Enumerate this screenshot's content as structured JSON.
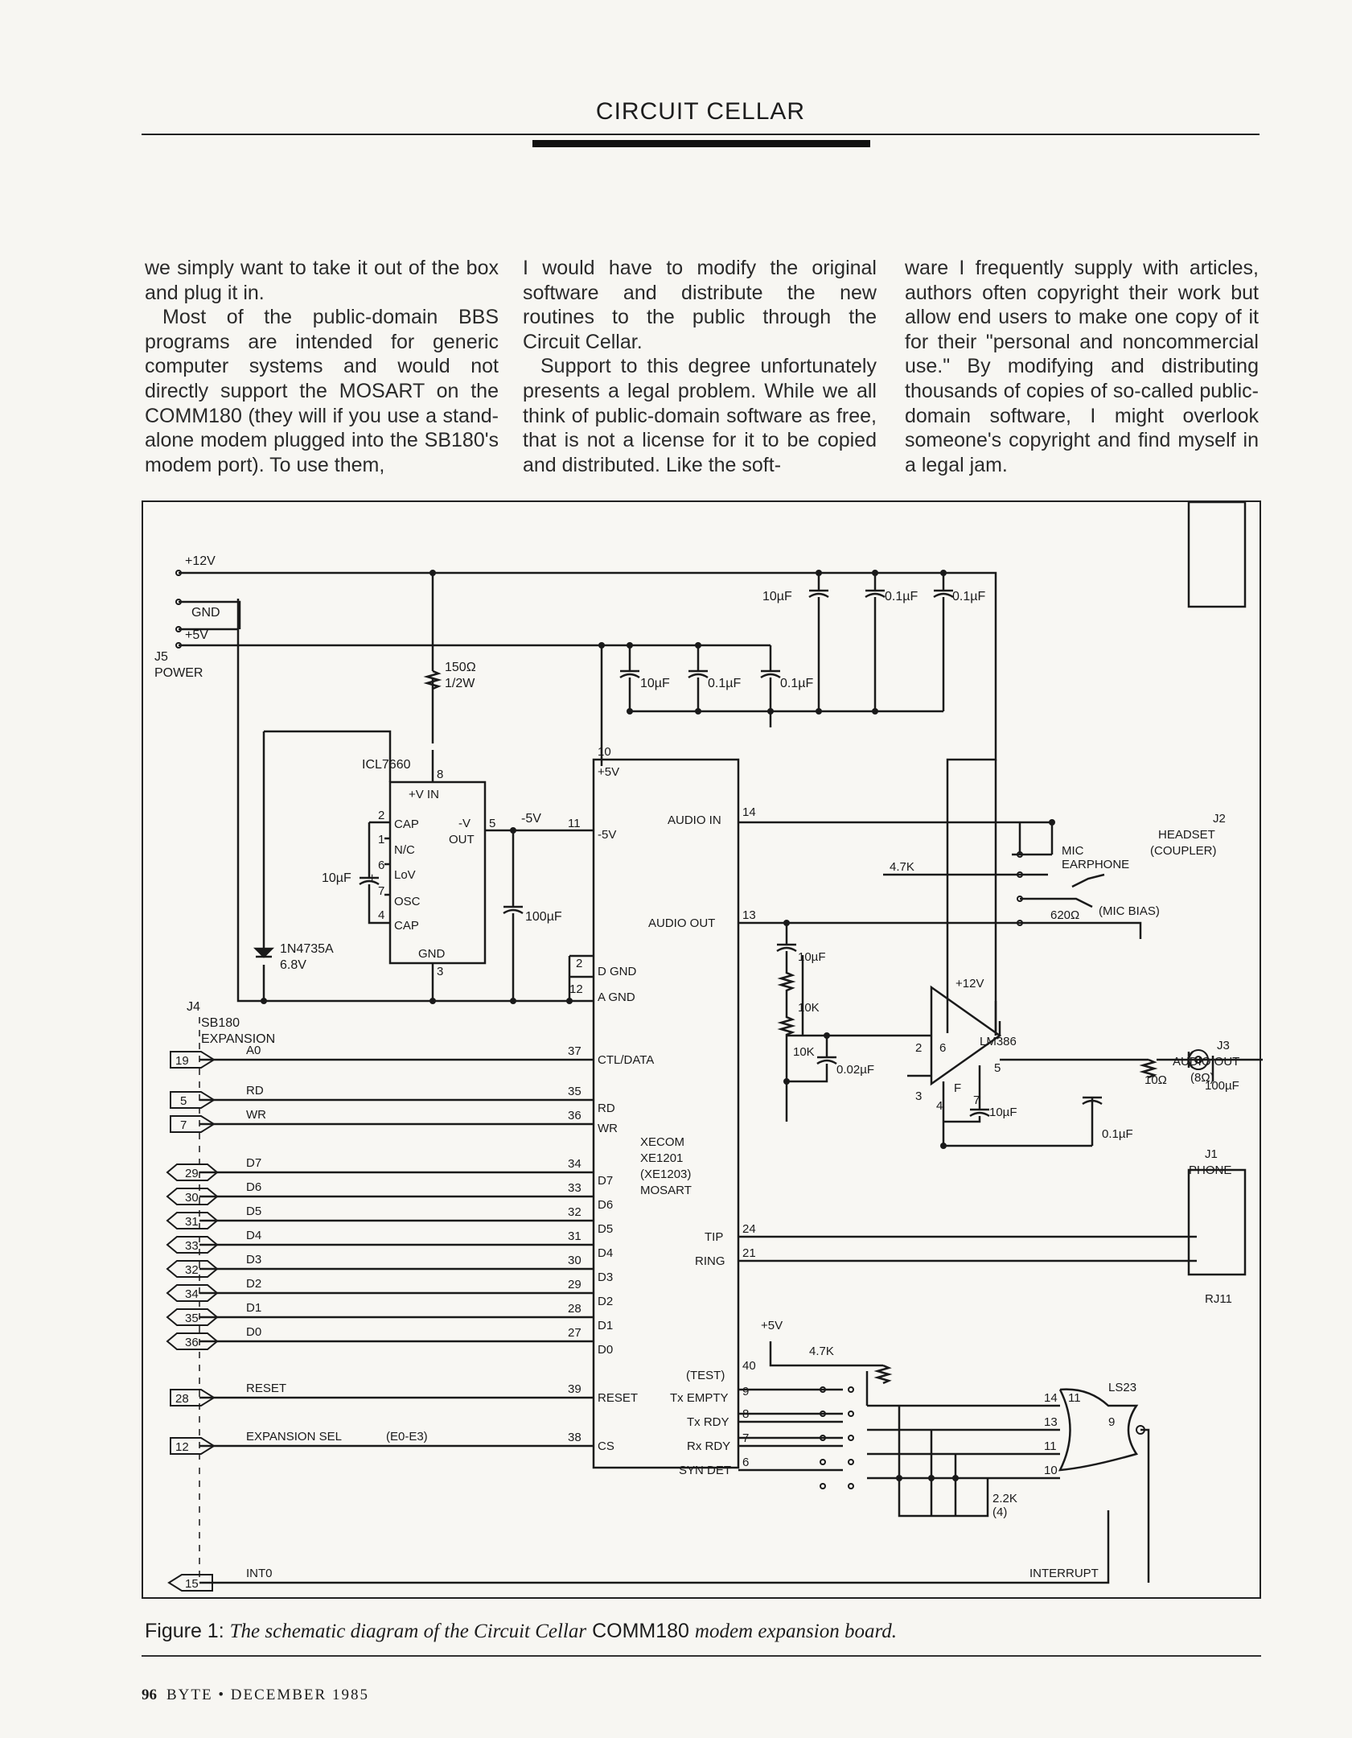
{
  "header": {
    "title": "CIRCUIT CELLAR"
  },
  "body": {
    "col1": [
      "we simply want to take it out of the box and plug it in.",
      "Most of the public-domain BBS programs are intended for generic computer systems and would not directly support the MOSART on the COMM180 (they will if you use a stand-alone modem plugged into the SB180's modem port). To use them,"
    ],
    "col2": [
      "I would have to modify the original software and distribute the new routines to the public through the Circuit Cellar.",
      "Support to this degree unfortunately presents a legal problem. While we all think of public-domain software as free, that is not a license for it to be copied and distributed. Like the soft-"
    ],
    "col3": [
      "ware I frequently supply with articles, authors often copyright their work but allow end users to make one copy of it for their \"personal and noncommercial use.\" By modifying and distributing thousands of copies of so-called public-domain software, I might overlook someone's copyright and find myself in a legal jam."
    ]
  },
  "schematic": {
    "power": {
      "v12": "+12V",
      "gnd": "GND",
      "v5": "+5V",
      "j5": "J5",
      "power": "POWER"
    },
    "caps_top": {
      "c1": "10µF",
      "c2": "0.1µF",
      "c3": "0.1µF"
    },
    "caps_mid": {
      "c1": "10µF",
      "c2": "0.1µF",
      "c3": "0.1µF"
    },
    "resistor_150": {
      "value": "150Ω",
      "rating": "1/2W"
    },
    "icl": {
      "name": "ICL7660",
      "vin": "+V IN",
      "cap": "CAP",
      "nc": "N/C",
      "lov": "LoV",
      "osc": "OSC",
      "cap2": "CAP",
      "gnd": "GND",
      "vout": "-V",
      "out": "OUT",
      "p8": "8",
      "p2": "2",
      "p1": "1",
      "p6": "6",
      "p7": "7",
      "p4": "4",
      "p3": "3",
      "p5": "5"
    },
    "icl_cap": "10µF",
    "neg5": "-5V",
    "cap100": "100µF",
    "zener": {
      "part": "1N4735A",
      "volt": "6.8V"
    },
    "j4": {
      "ref": "J4",
      "name": "SB180",
      "exp": "EXPANSION"
    },
    "plus": "+",
    "mosart": {
      "p10": "10",
      "v5": "+5V",
      "p11": "11",
      "neg5": "-5V",
      "p2": "2",
      "dgnd": "D GND",
      "p12": "12",
      "agnd": "A GND",
      "audio_in": "AUDIO IN",
      "p14": "14",
      "audio_out": "AUDIO OUT",
      "p13": "13",
      "name1": "XECOM",
      "name2": "XE1201",
      "name3": "(XE1203)",
      "name4": "MOSART",
      "tip": "TIP",
      "p24": "24",
      "ring": "RING",
      "p21": "21",
      "test": "(TEST)",
      "p40": "40",
      "txempty": "Tx EMPTY",
      "p9": "9",
      "txrdy": "Tx RDY",
      "p8": "8",
      "rxrdy": "Rx RDY",
      "p7": "7",
      "syndet": "SYN DET",
      "p6": "6",
      "ctl": "CTL/DATA",
      "rd": "RD",
      "wr": "WR",
      "reset": "RESET",
      "cs": "CS",
      "d7": "D7",
      "d6": "D6",
      "d5": "D5",
      "d4": "D4",
      "d3": "D3",
      "d2": "D2",
      "d1": "D1",
      "d0": "D0"
    },
    "left_pins": [
      {
        "conn": "19",
        "label": "A0",
        "pin": "37"
      },
      {
        "conn": "5",
        "label": "RD",
        "pin": "35"
      },
      {
        "conn": "7",
        "label": "WR",
        "pin": "36"
      },
      {
        "conn": "29",
        "label": "D7",
        "pin": "34"
      },
      {
        "conn": "30",
        "label": "D6",
        "pin": "33"
      },
      {
        "conn": "31",
        "label": "D5",
        "pin": "32"
      },
      {
        "conn": "33",
        "label": "D4",
        "pin": "31"
      },
      {
        "conn": "32",
        "label": "D3",
        "pin": "30"
      },
      {
        "conn": "34",
        "label": "D2",
        "pin": "29"
      },
      {
        "conn": "35",
        "label": "D1",
        "pin": "28"
      },
      {
        "conn": "36",
        "label": "D0",
        "pin": "27"
      },
      {
        "conn": "28",
        "label": "RESET",
        "pin": "39"
      },
      {
        "conn": "12",
        "label": "EXPANSION SEL",
        "pin": "38"
      },
      {
        "conn": "15",
        "label": "INT0",
        "pin": ""
      }
    ],
    "expansion_sel_range": "(E0-E3)",
    "audio": {
      "r47k": "4.7K",
      "mic": "MIC",
      "earphone": "EARPHONE",
      "j2": "J2",
      "headset": "HEADSET",
      "coupler": "(COUPLER)",
      "r620": "620Ω",
      "micbias": "(MIC BIAS)",
      "c10": "10µF",
      "r10k1": "10K",
      "r10k2": "10K",
      "c002": "0.02µF",
      "v12": "+12V",
      "lm386": "LM386",
      "p2": "2",
      "p3": "3",
      "p4": "4",
      "p5": "5",
      "p6": "6",
      "p7": "7",
      "f": "F",
      "c10b": "10µF",
      "c01": "0.1µF",
      "r10": "10Ω",
      "c100": "100µF",
      "j3": "J3",
      "audio_out": "AUDIO OUT",
      "ohm8": "(8Ω)",
      "j1": "J1",
      "phone": "PHONE",
      "rj11": "RJ11"
    },
    "logic": {
      "v5": "+5V",
      "r47k": "4.7K",
      "ls23": "LS23",
      "p14": "14",
      "p13": "13",
      "p11a": "11",
      "p10": "10",
      "p11b": "11",
      "p9": "9",
      "r22k": "2.2K",
      "r4": "(4)",
      "interrupt": "INTERRUPT"
    }
  },
  "caption": {
    "label": "Figure 1:",
    "t1": "The schematic diagram of the Circuit Cellar",
    "t2": "COMM180",
    "t3": "modem expansion board."
  },
  "folio": {
    "page": "96",
    "mag": "BYTE • DECEMBER 1985"
  }
}
